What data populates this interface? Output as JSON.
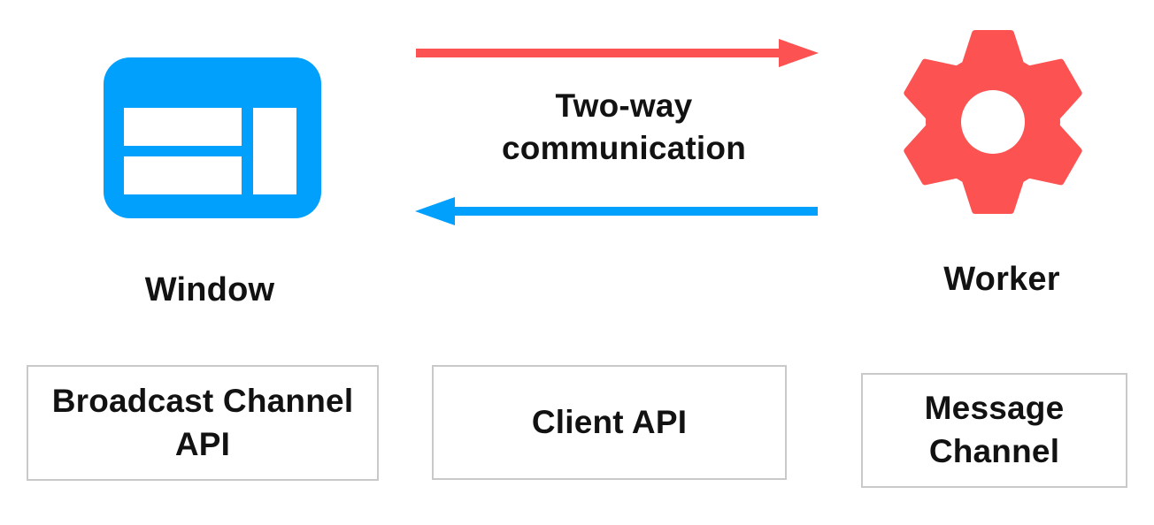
{
  "nodes": {
    "window": {
      "label": "Window",
      "icon": "browser-window-icon"
    },
    "worker": {
      "label": "Worker",
      "icon": "gear-icon"
    }
  },
  "communication": {
    "label": "Two-way communication"
  },
  "channels": [
    {
      "label": "Broadcast Channel API"
    },
    {
      "label": "Client API"
    },
    {
      "label": "Message Channel"
    }
  ],
  "colors": {
    "window_icon": "#00A0FC",
    "worker_icon": "#FC5252",
    "arrow_to_worker": "#FC5252",
    "arrow_to_window": "#00A0FC",
    "text": "#121212",
    "box_border": "#C9C9C9",
    "background": "#FFFFFF"
  }
}
